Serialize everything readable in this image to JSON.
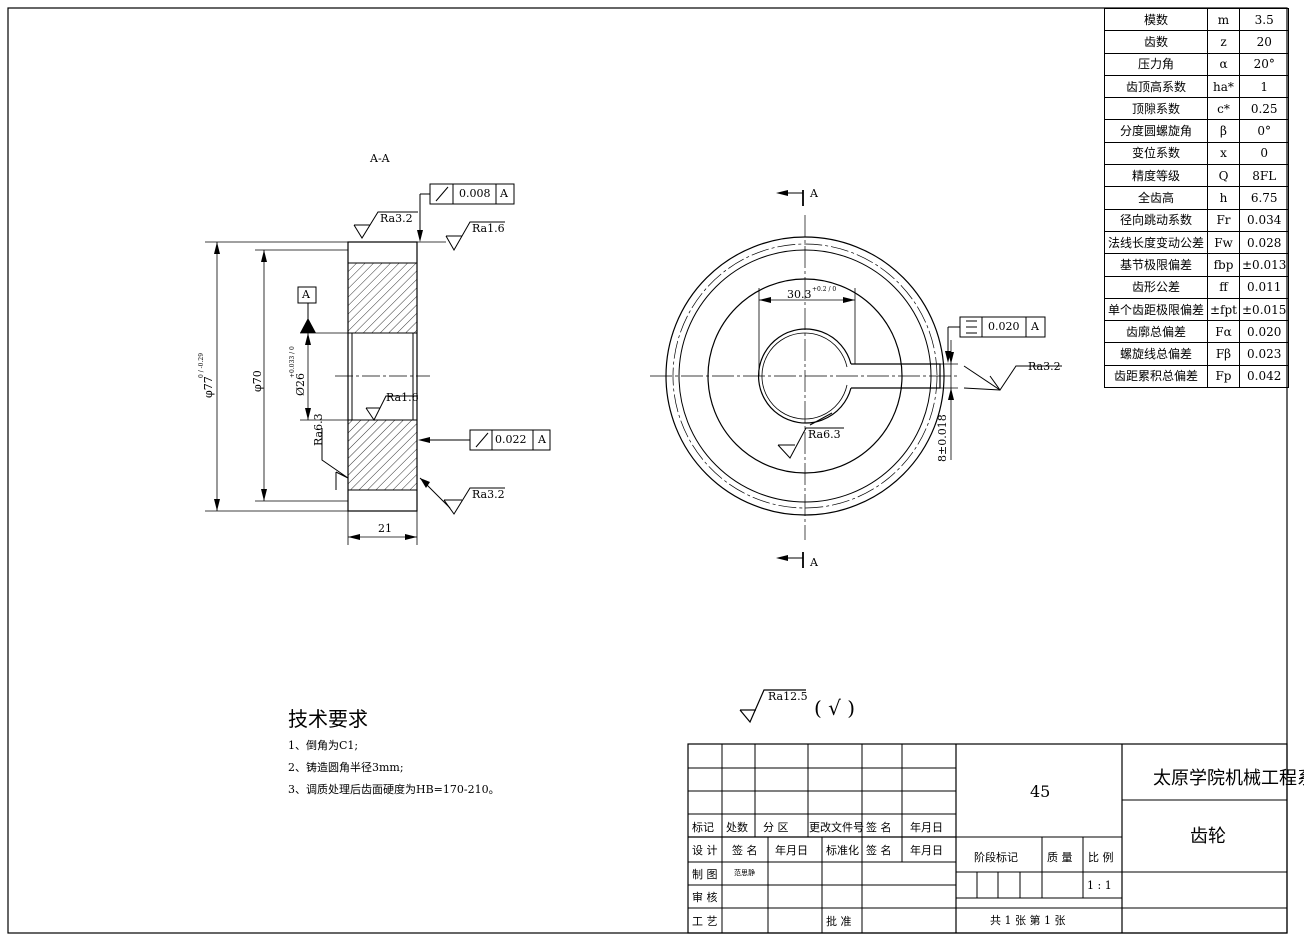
{
  "section_view": {
    "title": "A-A",
    "flatness_tol": "0.008",
    "datum": "A",
    "runout_tol": "0.022",
    "ra_top_left": "Ra3.2",
    "ra_top_right": "Ra1.6",
    "ra_bore": "Ra1.6",
    "ra_left": "Ra6.3",
    "ra_bottom_right": "Ra3.2",
    "dim_outer": "φ77",
    "dim_outer_tol": "0 / -0.29",
    "dim_70": "φ70",
    "dim_bore": "Ø26",
    "dim_bore_tol": "+0.033 / 0",
    "dim_width": "21"
  },
  "front_view": {
    "cut_label_top": "A",
    "cut_label_bottom": "A",
    "keyway_dim": "30.3",
    "keyway_tol": "+0.2 / 0",
    "symmetry_tol": "0.020",
    "datum": "A",
    "ra_keyway": "Ra3.2",
    "ra_hub": "Ra6.3",
    "key_width": "8±0.018"
  },
  "gear_params": {
    "rows": [
      {
        "name": "模数",
        "sym": "m",
        "val": "3.5"
      },
      {
        "name": "齿数",
        "sym": "z",
        "val": "20"
      },
      {
        "name": "压力角",
        "sym": "α",
        "val": "20°"
      },
      {
        "name": "齿顶高系数",
        "sym": "ha*",
        "val": "1"
      },
      {
        "name": "顶隙系数",
        "sym": "c*",
        "val": "0.25"
      },
      {
        "name": "分度圆螺旋角",
        "sym": "β",
        "val": "0°"
      },
      {
        "name": "变位系数",
        "sym": "x",
        "val": "0"
      },
      {
        "name": "精度等级",
        "sym": "Q",
        "val": "8FL"
      },
      {
        "name": "全齿高",
        "sym": "h",
        "val": "6.75"
      },
      {
        "name": "径向跳动系数",
        "sym": "Fr",
        "val": "0.034"
      },
      {
        "name": "法线长度变动公差",
        "sym": "Fw",
        "val": "0.028"
      },
      {
        "name": "基节极限偏差",
        "sym": "fbp",
        "val": "±0.013"
      },
      {
        "name": "齿形公差",
        "sym": "ff",
        "val": "0.011"
      },
      {
        "name": "单个齿距极限偏差",
        "sym": "±fpt",
        "val": "±0.015"
      },
      {
        "name": "齿廓总偏差",
        "sym": "Fα",
        "val": "0.020"
      },
      {
        "name": "螺旋线总偏差",
        "sym": "Fβ",
        "val": "0.023"
      },
      {
        "name": "齿距累积总偏差",
        "sym": "Fp",
        "val": "0.042"
      }
    ]
  },
  "general_roughness": {
    "label": "Ra12.5",
    "note": "( √ )"
  },
  "tech_req": {
    "title": "技术要求",
    "items": [
      "1、倒角为C1;",
      "2、铸造圆角半径3mm;",
      "3、调质处理后齿面硬度为HB=170-210。"
    ]
  },
  "title_block": {
    "material": "45",
    "school": "太原学院机械工程系",
    "part_name": "齿轮",
    "headers_row1": [
      "标记",
      "处数",
      "分 区",
      "更改文件号",
      "签 名",
      "年月日"
    ],
    "headers_row2": [
      "设 计",
      "签 名",
      "年月日",
      "标准化",
      "签 名",
      "年月日"
    ],
    "draw": "制 图",
    "drawer": "范思静",
    "check": "审 核",
    "process": "工 艺",
    "approve": "批 准",
    "stage": "阶段标记",
    "mass": "质 量",
    "scale_label": "比 例",
    "scale": "1 : 1",
    "sheets": "共 1 张  第 1 张"
  }
}
